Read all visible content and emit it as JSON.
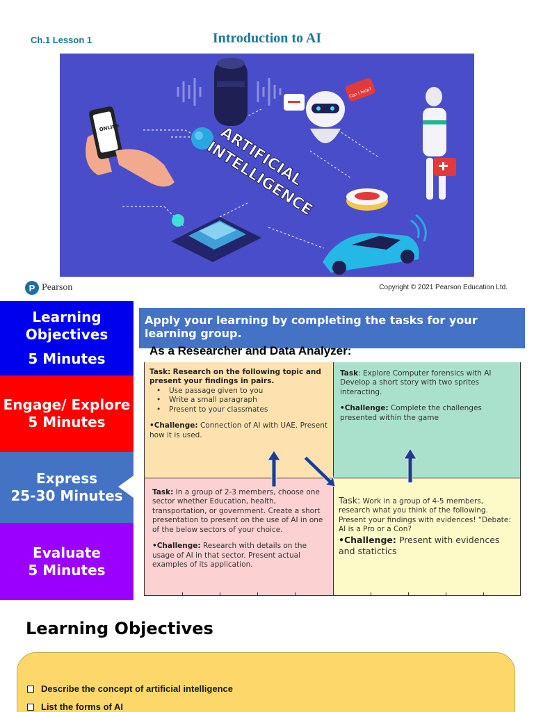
{
  "header": {
    "lesson_label": "Ch.1 Lesson 1",
    "title": "Introduction to AI"
  },
  "hero": {
    "phone_screen_text": "ONLINE",
    "speech_bubble": "Can I help?",
    "banner_line1": "ARTIFICIAL",
    "banner_line2": "INTELLIGENCE",
    "colors": {
      "background": "#4a4dc9"
    }
  },
  "footer_strip": {
    "logo_letter": "P",
    "logo_text": "Pearson",
    "copyright": "Copyright © 2021 Pearson Education Ltd."
  },
  "stages": [
    {
      "name": "Learning Objectives",
      "time": "5 Minutes",
      "color": "#0000ee"
    },
    {
      "name": "Engage/ Explore",
      "time": "5 Minutes",
      "color": "#ff0000"
    },
    {
      "name": "Express",
      "time": "25-30 Minutes",
      "color": "#4472c4"
    },
    {
      "name": "Evaluate",
      "time": "5 Minutes",
      "color": "#9b00ff"
    }
  ],
  "activity": {
    "banner": "Apply your learning by completing the tasks for your learning group.",
    "role_heading": "As a Researcher and Data Analyzer:",
    "task_tl": {
      "task_label": "Task:",
      "task_text": "Research on the following topic and present your findings in pairs.",
      "bullets": [
        "Use passage given to you",
        "Write a small paragraph",
        "Present to your classmates"
      ],
      "challenge_label": "•Challenge:",
      "challenge_text": "Connection of AI with UAE. Present how it is used."
    },
    "task_tr": {
      "task_label": "Task",
      "task_text": ": Explore Computer forensics with AI Develop a short story with two sprites interacting.",
      "challenge_label": "•Challenge:",
      "challenge_text": "Complete the challenges presented within the game"
    },
    "task_bl": {
      "task_label": "Task:",
      "task_text": "In a group of 2-3 members, choose one sector whether Education, health, transportation, or government. Create a short presentation to present on the use of AI in one of the below sectors of your choice.",
      "challenge_label": "•Challenge:",
      "challenge_text": "Research with details on the usage of AI in that sector. Present actual examples of its application."
    },
    "task_br": {
      "task_label": "Task:",
      "task_text": "Work in a group of 4-5 members, research what you think of the following. Present your findings with evidences! “Debate: AI is a Pro or a Con?",
      "challenge_label": "•Challenge:",
      "challenge_text": "Present with evidences and statictics"
    },
    "colors": {
      "top_left": "#fde2b0",
      "top_right": "#a9e1cc",
      "bottom_left": "#fbd1d1",
      "bottom_right": "#fdfac8",
      "arrow": "#1f3c88"
    }
  },
  "learning_objectives": {
    "heading": "Learning Objectives",
    "items": [
      "Describe the concept of artificial intelligence",
      "List the forms of AI"
    ]
  }
}
